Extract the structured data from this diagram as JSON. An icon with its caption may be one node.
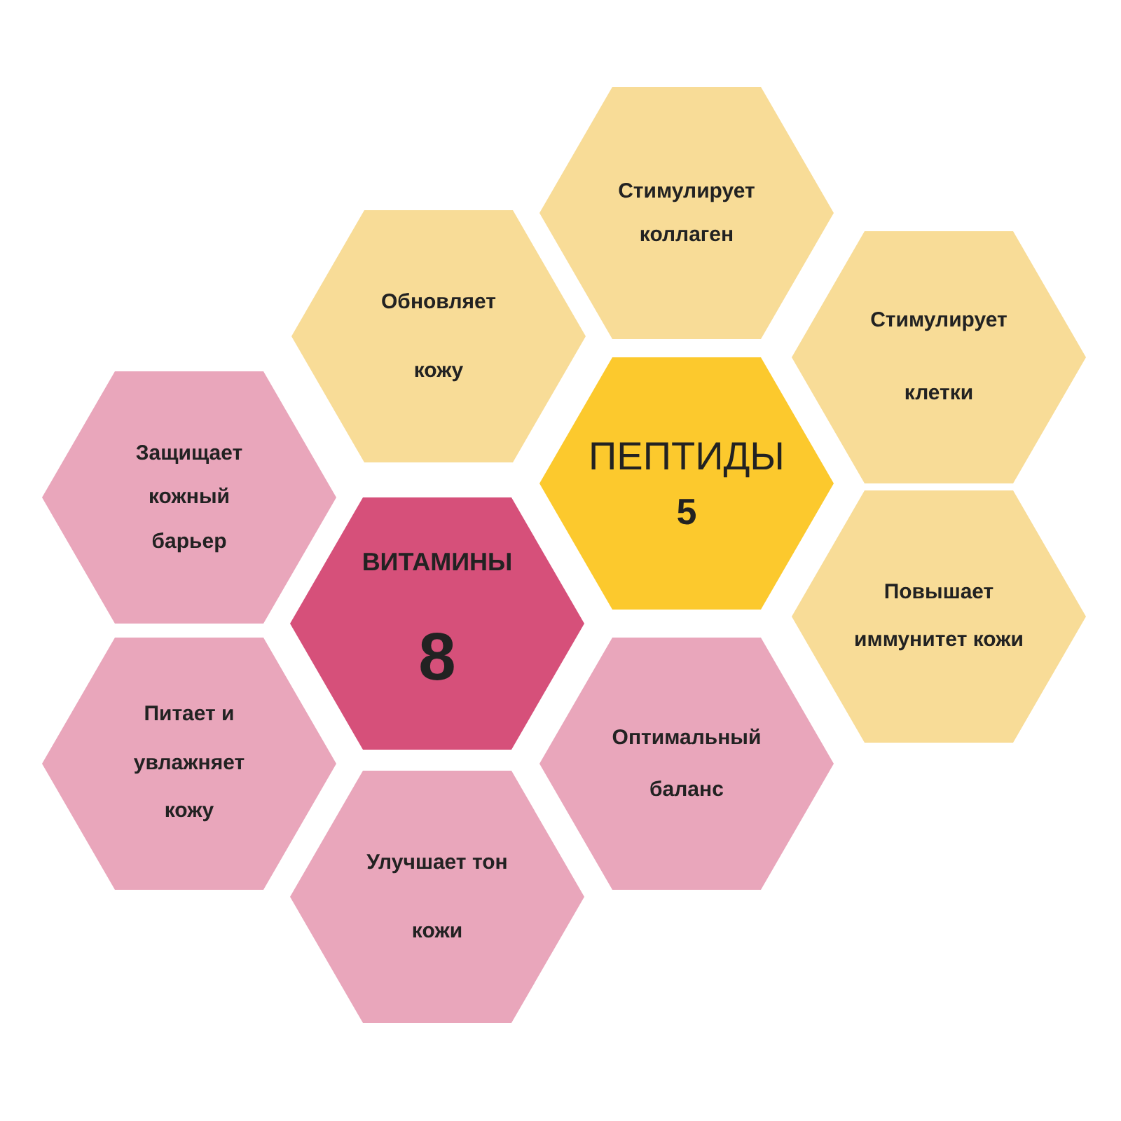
{
  "diagram": {
    "nodes": [
      {
        "text": [
          "Стимулирует коллаген"
        ]
      },
      {
        "text": [
          "Обновляет кожу"
        ]
      },
      {
        "text": [
          "Стимулирует клетки"
        ]
      },
      {
        "text": [
          "Защищает кожный барьер"
        ]
      },
      {
        "text": [
          "ПЕПТИДЫ",
          "5"
        ]
      },
      {
        "text": [
          "ВИТАМИНЫ",
          "8"
        ]
      },
      {
        "text": [
          "Повышает иммунитет кожи"
        ]
      },
      {
        "text": [
          "Питает и увлажняет кожу"
        ]
      },
      {
        "text": [
          "Оптимальный баланс"
        ]
      },
      {
        "text": [
          "Улучшает тон кожи"
        ]
      }
    ]
  }
}
